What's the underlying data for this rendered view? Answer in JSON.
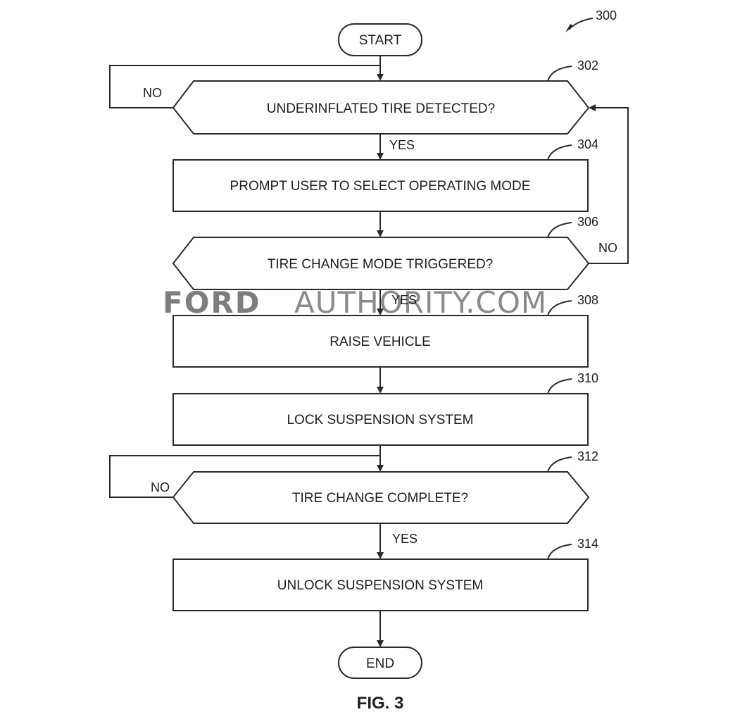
{
  "diagram": {
    "reference": "300",
    "figure_label": "FIG. 3",
    "start_label": "START",
    "end_label": "END",
    "steps": [
      {
        "id": "302",
        "type": "decision",
        "text": "UNDERINFLATED TIRE DETECTED?"
      },
      {
        "id": "304",
        "type": "process",
        "text": "PROMPT USER TO SELECT OPERATING MODE"
      },
      {
        "id": "306",
        "type": "decision",
        "text": "TIRE CHANGE MODE TRIGGERED?"
      },
      {
        "id": "308",
        "type": "process",
        "text": "RAISE VEHICLE"
      },
      {
        "id": "310",
        "type": "process",
        "text": "LOCK SUSPENSION SYSTEM"
      },
      {
        "id": "312",
        "type": "decision",
        "text": "TIRE CHANGE COMPLETE?"
      },
      {
        "id": "314",
        "type": "process",
        "text": "UNLOCK SUSPENSION SYSTEM"
      }
    ],
    "edge_labels": {
      "d302_no": "NO",
      "d302_yes": "YES",
      "d306_no": "NO",
      "d306_yes": "YES",
      "d312_no": "NO",
      "d312_yes": "YES"
    }
  },
  "watermark": {
    "brand": "FORD",
    "site": "AUTHORITY.COM"
  }
}
